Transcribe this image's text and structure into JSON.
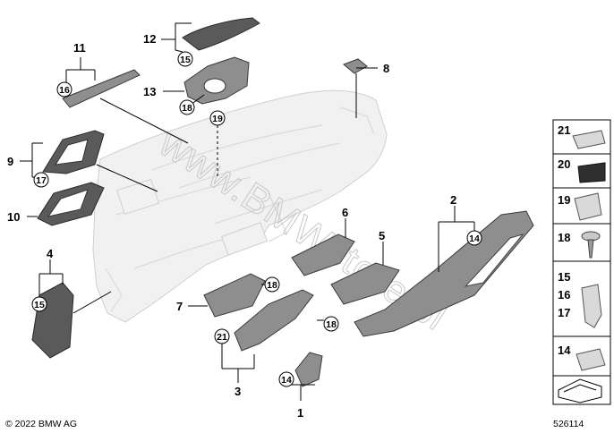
{
  "callouts": {
    "c1": "1",
    "c2": "2",
    "c3": "3",
    "c4": "4",
    "c5": "5",
    "c6": "6",
    "c7": "7",
    "c8": "8",
    "c9": "9",
    "c10": "10",
    "c11": "11",
    "c12": "12",
    "c13": "13"
  },
  "circled": {
    "n14a": "14",
    "n14b": "14",
    "n15a": "15",
    "n15b": "15",
    "n16": "16",
    "n17": "17",
    "n18a": "18",
    "n18b": "18",
    "n18c": "18",
    "n19": "19",
    "n21": "21"
  },
  "side_panel": {
    "items": [
      "21",
      "20",
      "19",
      "18",
      "15",
      "16",
      "17",
      "14"
    ]
  },
  "watermark": "www.BMWstore.pl",
  "footer": {
    "copyright": "© 2022 BMW AG",
    "diagram_number": "526114"
  }
}
